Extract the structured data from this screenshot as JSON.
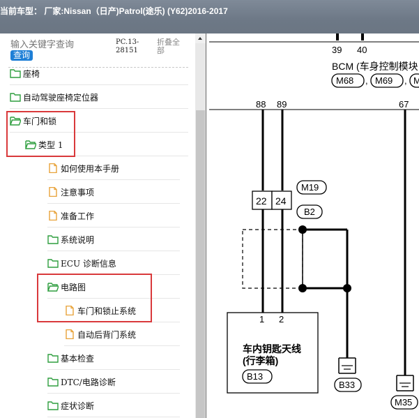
{
  "window": {
    "title": "当前车型： 厂家:Nissan（日产)Patrol(途乐) (Y62)2016-2017"
  },
  "search": {
    "placeholder": "输入关键字查询",
    "button_label": "查询",
    "pc_code": "PC.13-28151",
    "collapse_all": "折叠全部"
  },
  "tree": {
    "items": [
      {
        "label": "座椅",
        "icon": "folder-icon"
      },
      {
        "label": "自动驾驶座椅定位器",
        "icon": "folder-icon"
      },
      {
        "label": "车门和锁",
        "icon": "folder-open-icon"
      },
      {
        "label": "类型 1",
        "icon": "folder-open-icon"
      },
      {
        "label": "如何使用本手册",
        "icon": "document-icon"
      },
      {
        "label": "注意事项",
        "icon": "document-icon"
      },
      {
        "label": "准备工作",
        "icon": "document-icon"
      },
      {
        "label": "系统说明",
        "icon": "folder-icon"
      },
      {
        "label": "ECU 诊断信息",
        "icon": "folder-icon"
      },
      {
        "label": "电路图",
        "icon": "folder-open-icon"
      },
      {
        "label": "车门和锁止系统",
        "icon": "document-icon"
      },
      {
        "label": "自动后背门系统",
        "icon": "document-icon"
      },
      {
        "label": "基本检查",
        "icon": "folder-icon"
      },
      {
        "label": "DTC/电路诊断",
        "icon": "folder-icon"
      },
      {
        "label": "症状诊断",
        "icon": "folder-icon"
      }
    ]
  },
  "diagram": {
    "pins_top": [
      "39",
      "40"
    ],
    "bcm_label": "BCM (车身控制模块",
    "bcm_connectors": [
      "M68",
      "M69",
      "M"
    ],
    "pins_mid": [
      "88",
      "89",
      "67"
    ],
    "connector_pins": [
      "22",
      "24"
    ],
    "connector_tags": [
      "M19",
      "B2"
    ],
    "antenna_pins": [
      "1",
      "2"
    ],
    "antenna_label_1": "车内钥匙天线",
    "antenna_label_2": "(行李箱)",
    "antenna_connector": "B13",
    "ground_tags": [
      "B33",
      "M35"
    ]
  },
  "colors": {
    "highlight_box": "#d9393b",
    "search_button": "#1e7fd6",
    "folder": "#2e9e3e",
    "document": "#e8a33a"
  }
}
